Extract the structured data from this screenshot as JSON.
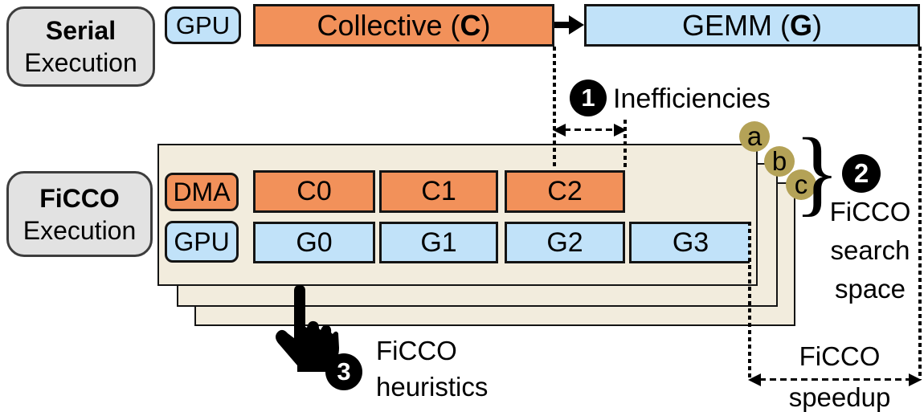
{
  "colors": {
    "orange": "#F2915A",
    "light_blue": "#C1E2F9",
    "beige_layer": "#F2ECDD",
    "gray_label": "#E2E2E2",
    "olive_tag": "#B4A257",
    "black": "#000000"
  },
  "serial": {
    "title_line1": "Serial",
    "title_line2": "Execution",
    "gpu_label": "GPU",
    "collective": {
      "prefix": "Collective (",
      "bold": "C",
      "suffix": ")"
    },
    "gemm": {
      "prefix": "GEMM (",
      "bold": "G",
      "suffix": ")"
    }
  },
  "ficco": {
    "title_line1": "FiCCO",
    "title_line2": "Execution",
    "dma_label": "DMA",
    "gpu_label": "GPU",
    "c_blocks": [
      "C0",
      "C1",
      "C2"
    ],
    "g_blocks": [
      "G0",
      "G1",
      "G2",
      "G3"
    ],
    "layer_tags": [
      "a",
      "b",
      "c"
    ]
  },
  "annotations": {
    "inefficiencies": {
      "number": "1",
      "label": "Inefficiencies"
    },
    "search_space": {
      "number": "2",
      "brace": "}",
      "lines": [
        "FiCCO",
        "search",
        "space"
      ]
    },
    "heuristics": {
      "number": "3",
      "lines": [
        "FiCCO",
        "heuristics"
      ]
    },
    "speedup": {
      "lines": [
        "FiCCO",
        "speedup"
      ]
    }
  }
}
